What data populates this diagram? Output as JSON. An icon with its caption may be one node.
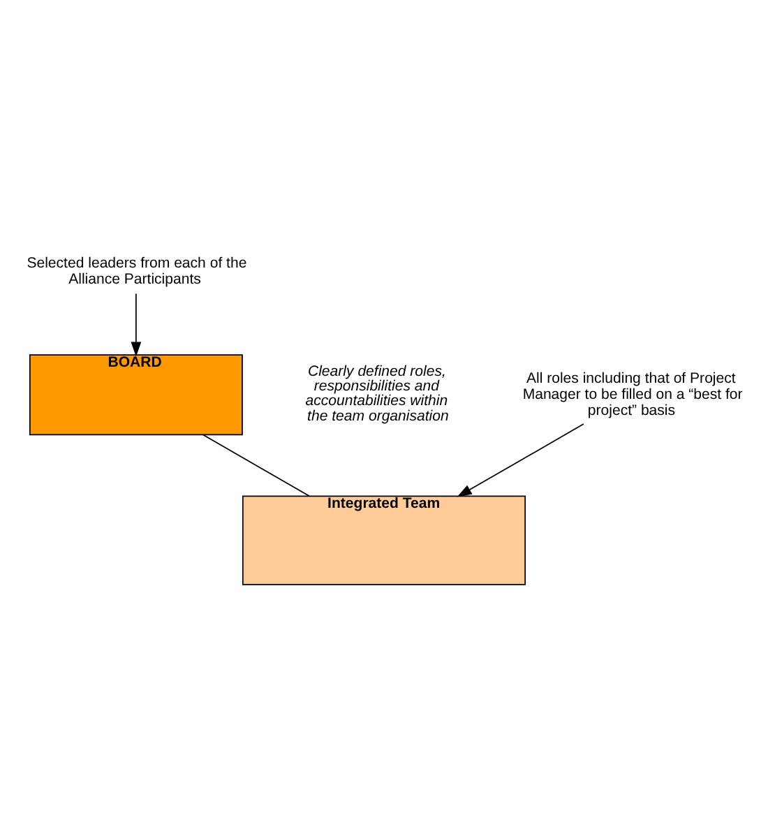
{
  "diagram": {
    "nodes": [
      {
        "text": [
          "Selected leaders from each of the Alliance Participants"
        ]
      },
      {
        "text": [
          "BOARD"
        ]
      },
      {
        "text": [
          "Integrated Team"
        ]
      },
      {
        "text": [
          "All roles including that of Project Manager to be filled on a “best for project” basis"
        ]
      }
    ],
    "edges": [
      {
        "from": 0,
        "to": 1,
        "arrow": "to"
      },
      {
        "from": 1,
        "to": 2,
        "arrow": "none"
      },
      {
        "from": 3,
        "to": 2,
        "arrow": "to"
      }
    ],
    "labels": [
      "Clearly defined roles, responsibilities and accountabilities within the team organisation"
    ]
  }
}
